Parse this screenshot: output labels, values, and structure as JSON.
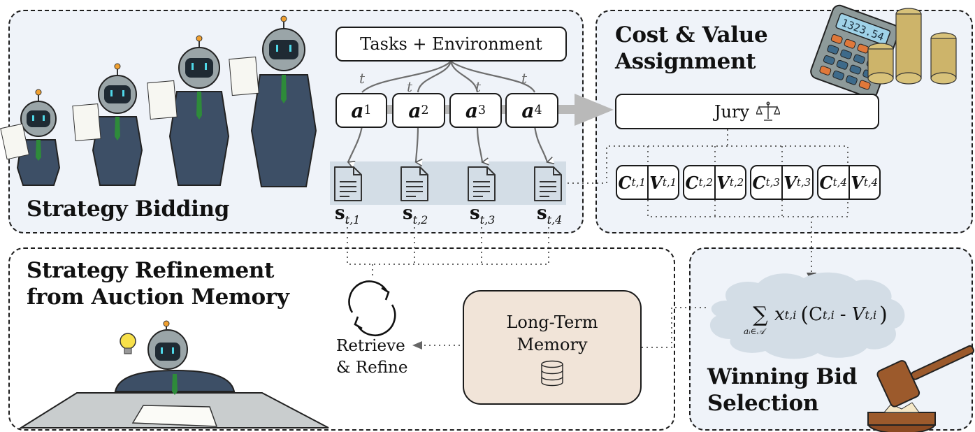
{
  "panels": {
    "strategy_bidding": {
      "title": "Strategy Bidding"
    },
    "cost_value": {
      "title_line1": "Cost & Value",
      "title_line2": "Assignment"
    },
    "refinement": {
      "title_line1": "Strategy Refinement",
      "title_line2": "from Auction Memory"
    },
    "winning_bid": {
      "title_line1": "Winning Bid",
      "title_line2": "Selection"
    }
  },
  "tasks_env": {
    "label": "Tasks + Environment"
  },
  "edge_label": "t",
  "agents": [
    {
      "base": "a",
      "sub": "1"
    },
    {
      "base": "a",
      "sub": "2"
    },
    {
      "base": "a",
      "sub": "3"
    },
    {
      "base": "a",
      "sub": "4"
    }
  ],
  "strategies": [
    {
      "base": "s",
      "sub": "t,1"
    },
    {
      "base": "s",
      "sub": "t,2"
    },
    {
      "base": "s",
      "sub": "t,3"
    },
    {
      "base": "s",
      "sub": "t,4"
    }
  ],
  "jury": {
    "label": "Jury",
    "icon": "scales-icon"
  },
  "cost_value_pairs": [
    {
      "c": "C",
      "c_sub": "t,1",
      "v": "V",
      "v_sub": "t,1"
    },
    {
      "c": "C",
      "c_sub": "t,2",
      "v": "V",
      "v_sub": "t,2"
    },
    {
      "c": "C",
      "c_sub": "t,3",
      "v": "V",
      "v_sub": "t,3"
    },
    {
      "c": "C",
      "c_sub": "t,4",
      "v": "V",
      "v_sub": "t,4"
    }
  ],
  "formula": {
    "sum": "∑",
    "sum_sub": "aᵢ∈𝒜",
    "x": "x",
    "x_sub": "t,i",
    "open": "(",
    "c": "C",
    "c_sub": "t,i",
    "minus": "-",
    "v": "V",
    "v_sub": "t,i",
    "close": ")"
  },
  "memory": {
    "line1": "Long-Term",
    "line2": "Memory",
    "icon": "database-icon"
  },
  "retrieve": {
    "line1": "Retrieve",
    "line2": "& Refine",
    "icon": "refresh-cycle-icon"
  },
  "calculator_display": "1323.54",
  "colors": {
    "panel_fill": "#eff3f9",
    "strategy_strip": "#d3dde6",
    "memory_fill": "#f1e4d8",
    "cloud_fill": "#d3dde6",
    "arrow_grey": "#b9b9b9",
    "suit_navy": "#3d4f66",
    "tie_green": "#2e8b3a"
  }
}
